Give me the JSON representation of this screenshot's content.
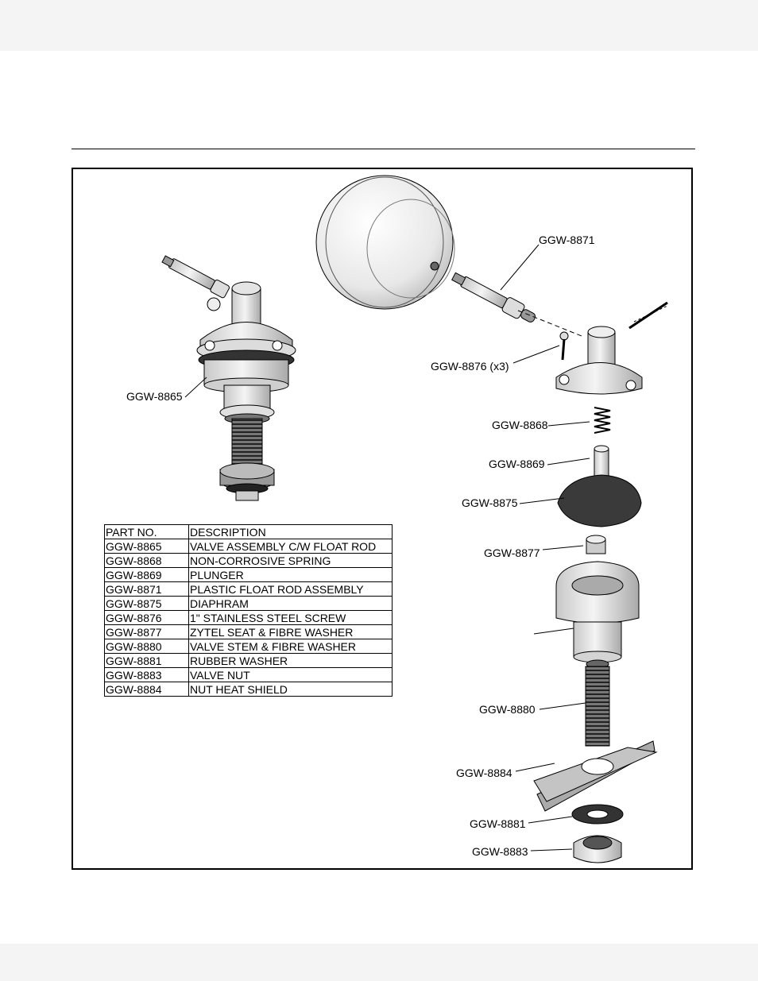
{
  "labels": {
    "l8865": "GGW-8865",
    "l8871": "GGW-8871",
    "l8876": "GGW-8876 (x3)",
    "l8868": "GGW-8868",
    "l8869": "GGW-8869",
    "l8875": "GGW-8875",
    "l8877": "GGW-8877",
    "l8880": "GGW-8880",
    "l8884": "GGW-8884",
    "l8881": "GGW-8881",
    "l8883": "GGW-8883"
  },
  "table": {
    "header": {
      "part_no": "PART NO.",
      "description": "DESCRIPTION"
    },
    "rows": [
      {
        "part_no": "GGW-8865",
        "description": "VALVE ASSEMBLY C/W FLOAT ROD"
      },
      {
        "part_no": "GGW-8868",
        "description": "NON-CORROSIVE SPRING"
      },
      {
        "part_no": "GGW-8869",
        "description": "PLUNGER"
      },
      {
        "part_no": "GGW-8871",
        "description": "PLASTIC FLOAT ROD ASSEMBLY"
      },
      {
        "part_no": "GGW-8875",
        "description": "DIAPHRAM"
      },
      {
        "part_no": "GGW-8876",
        "description": "1\" STAINLESS STEEL SCREW"
      },
      {
        "part_no": "GGW-8877",
        "description": "ZYTEL SEAT & FIBRE WASHER"
      },
      {
        "part_no": "GGW-8880",
        "description": "VALVE STEM & FIBRE WASHER"
      },
      {
        "part_no": "GGW-8881",
        "description": "RUBBER WASHER"
      },
      {
        "part_no": "GGW-8883",
        "description": "VALVE NUT"
      },
      {
        "part_no": "GGW-8884",
        "description": "NUT HEAT SHIELD"
      }
    ]
  }
}
